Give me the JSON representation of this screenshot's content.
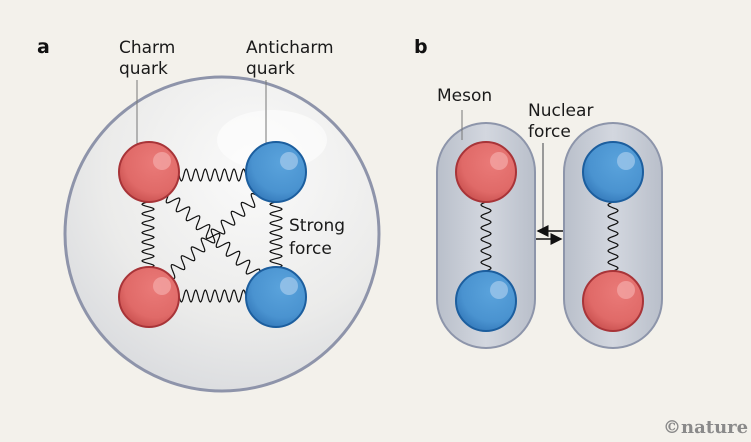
{
  "panel_a": {
    "label": "a",
    "charm_label_line1": "Charm",
    "charm_label_line2": "quark",
    "anticharm_label_line1": "Anticharm",
    "anticharm_label_line2": "quark",
    "strong_label_line1": "Strong",
    "strong_label_line2": "force"
  },
  "panel_b": {
    "label": "b",
    "meson_label": "Meson",
    "nuclear_label_line1": "Nuclear",
    "nuclear_label_line2": "force"
  },
  "credit": "©nature",
  "colors": {
    "background": "#f3f1eb",
    "charm_red": "#e06a68",
    "charm_red_dark": "#a83438",
    "anticharm_blue": "#4a93d0",
    "anticharm_blue_dark": "#1c5e9e",
    "hadron_fill": "#e8e8e6",
    "hadron_edge": "#8e94aa",
    "meson_fill": "#c9ced8",
    "meson_edge": "#8d95aa"
  }
}
